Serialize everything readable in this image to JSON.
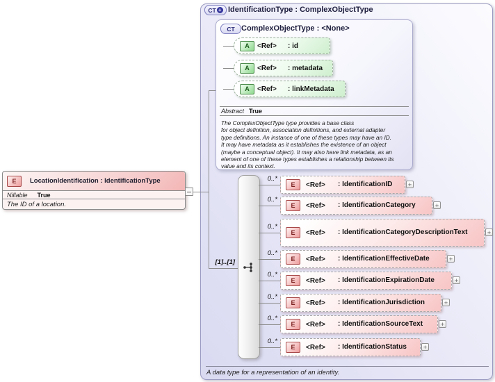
{
  "element_box": {
    "icon": "E",
    "title": "LocationIdentification : IdentificationType",
    "nillable_label": "Nillable",
    "nillable_value": "True",
    "description": "The ID of a location."
  },
  "type_box": {
    "icon": "CT",
    "plus_badge": "+",
    "title": "IdentificationType : ComplexObjectType",
    "annotation": "A data type for a representation of an identity.",
    "base_type": {
      "icon": "CT",
      "title": "ComplexObjectType : <None>",
      "attributes": [
        {
          "icon": "A",
          "ref": "<Ref>",
          "name": ": id"
        },
        {
          "icon": "A",
          "ref": "<Ref>",
          "name": ": metadata"
        },
        {
          "icon": "A",
          "ref": "<Ref>",
          "name": ": linkMetadata"
        }
      ],
      "abstract_label": "Abstract",
      "abstract_value": "True",
      "description": "The ComplexObjectType type provides a base class\nfor object definition, association definitions, and external adapter\ntype definitions. An instance of one of these types may have an ID.\nIt may have metadata as it establishes the existence of an object\n(maybe a conceptual object). It may also have link metadata, as an\nelement of one of these types establishes a relationship between its\nvalue and its context."
    },
    "sequence": {
      "cardinality": "[1]..[1]",
      "icon_name": "sequence-icon",
      "elements": [
        {
          "occurs": "0..*",
          "icon": "E",
          "ref": "<Ref>",
          "name": ": IdentificationID",
          "expand": "+"
        },
        {
          "occurs": "0..*",
          "icon": "E",
          "ref": "<Ref>",
          "name": ": IdentificationCategory",
          "expand": "+"
        },
        {
          "occurs": "0..*",
          "icon": "E",
          "ref": "<Ref>",
          "name": ": IdentificationCategoryDescriptionText",
          "expand": "+"
        },
        {
          "occurs": "0..*",
          "icon": "E",
          "ref": "<Ref>",
          "name": ": IdentificationEffectiveDate",
          "expand": "+"
        },
        {
          "occurs": "0..*",
          "icon": "E",
          "ref": "<Ref>",
          "name": ": IdentificationExpirationDate",
          "expand": "+"
        },
        {
          "occurs": "0..*",
          "icon": "E",
          "ref": "<Ref>",
          "name": ": IdentificationJurisdiction",
          "expand": "+"
        },
        {
          "occurs": "0..*",
          "icon": "E",
          "ref": "<Ref>",
          "name": ": IdentificationSourceText",
          "expand": "+"
        },
        {
          "occurs": "0..*",
          "icon": "E",
          "ref": "<Ref>",
          "name": ": IdentificationStatus",
          "expand": "+"
        }
      ]
    }
  },
  "colors": {
    "type_box_fill": "#dcdcf4",
    "element_fill": "#f8c5c5",
    "attribute_fill": "#cfefcf",
    "compositor_fill": "#e4e4e4",
    "connector": "#8a8a8a"
  }
}
